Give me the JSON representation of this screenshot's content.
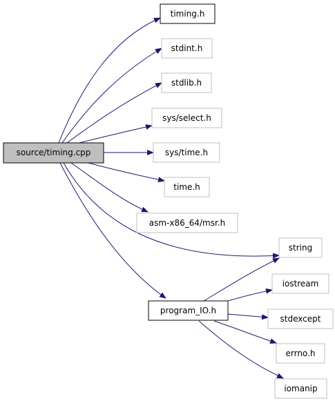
{
  "colors": {
    "edge": "#191970",
    "root_fill": "#bfbfbf",
    "root_stroke": "#000000",
    "linked_stroke": "#000000",
    "plain_stroke": "#bfbfbf",
    "node_fill": "#ffffff"
  },
  "nodes": [
    {
      "id": "n_root",
      "label": "source/timing.cpp",
      "style": "root"
    },
    {
      "id": "n_timing",
      "label": "timing.h",
      "style": "linked"
    },
    {
      "id": "n_stdint",
      "label": "stdint.h",
      "style": "plain"
    },
    {
      "id": "n_stdlib",
      "label": "stdlib.h",
      "style": "plain"
    },
    {
      "id": "n_select",
      "label": "sys/select.h",
      "style": "plain"
    },
    {
      "id": "n_systime",
      "label": "sys/time.h",
      "style": "plain"
    },
    {
      "id": "n_time",
      "label": "time.h",
      "style": "plain"
    },
    {
      "id": "n_msr",
      "label": "asm-x86_64/msr.h",
      "style": "plain"
    },
    {
      "id": "n_string",
      "label": "string",
      "style": "plain"
    },
    {
      "id": "n_progio",
      "label": "program_IO.h",
      "style": "linked"
    },
    {
      "id": "n_iostream",
      "label": "iostream",
      "style": "plain"
    },
    {
      "id": "n_stdexcept",
      "label": "stdexcept",
      "style": "plain"
    },
    {
      "id": "n_errno",
      "label": "errno.h",
      "style": "plain"
    },
    {
      "id": "n_iomanip",
      "label": "iomanip",
      "style": "plain"
    }
  ],
  "edges": [
    {
      "from": "n_root",
      "to": "n_timing"
    },
    {
      "from": "n_root",
      "to": "n_stdint"
    },
    {
      "from": "n_root",
      "to": "n_stdlib"
    },
    {
      "from": "n_root",
      "to": "n_select"
    },
    {
      "from": "n_root",
      "to": "n_systime"
    },
    {
      "from": "n_root",
      "to": "n_time"
    },
    {
      "from": "n_root",
      "to": "n_msr"
    },
    {
      "from": "n_root",
      "to": "n_string"
    },
    {
      "from": "n_root",
      "to": "n_progio"
    },
    {
      "from": "n_progio",
      "to": "n_string"
    },
    {
      "from": "n_progio",
      "to": "n_iostream"
    },
    {
      "from": "n_progio",
      "to": "n_stdexcept"
    },
    {
      "from": "n_progio",
      "to": "n_errno"
    },
    {
      "from": "n_progio",
      "to": "n_iomanip"
    }
  ]
}
